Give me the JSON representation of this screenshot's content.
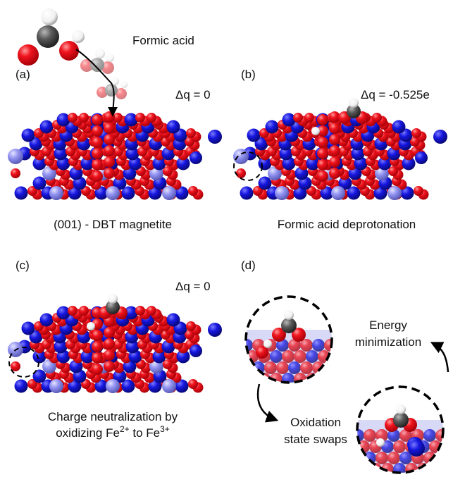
{
  "colors": {
    "oxygen": "#e8101a",
    "iron_oct": "#1414d8",
    "iron_tet": "#8c8cf0",
    "carbon": "#555555",
    "hydrogen": "#ffffff",
    "arrow": "#000000"
  },
  "texts": {
    "molecule_label": "Formic acid",
    "panel_a": "(a)",
    "panel_b": "(b)",
    "panel_c": "(c)",
    "panel_d": "(d)",
    "dq_a": "Δq = 0",
    "dq_b": "Δq = -0.525e",
    "dq_c": "Δq = 0",
    "caption_a": "(001) - DBT magnetite",
    "caption_b": "Formic acid deprotonation",
    "caption_c_line1": "Charge neutralization by",
    "caption_c_pre": "oxidizing Fe",
    "caption_c_sup1": "2+",
    "caption_c_mid": " to Fe",
    "caption_c_sup2": "3+",
    "step_energy_1": "Energy",
    "step_energy_2": "minimization",
    "step_oxid_1": "Oxidation",
    "step_oxid_2": "state swaps"
  }
}
